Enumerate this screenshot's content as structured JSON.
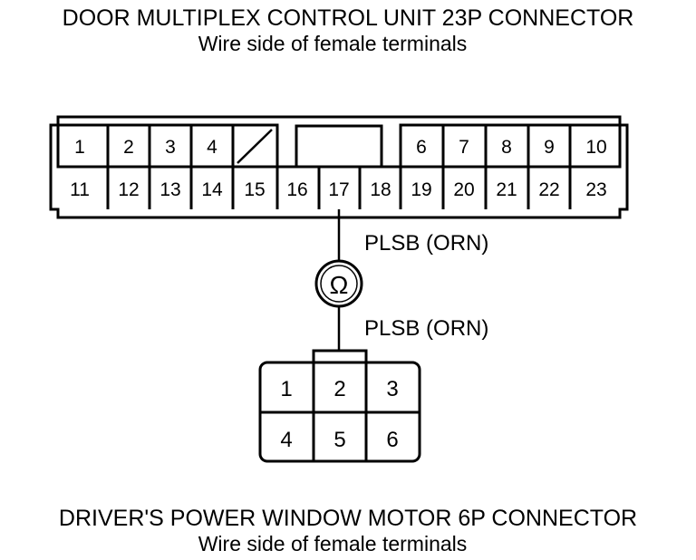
{
  "top_connector": {
    "title": "DOOR MULTIPLEX CONTROL UNIT 23P CONNECTOR",
    "subtitle": "Wire side of female terminals",
    "terminals_row1": [
      "1",
      "2",
      "3",
      "4",
      "",
      "6",
      "7",
      "8",
      "9",
      "10"
    ],
    "terminals_row2": [
      "11",
      "12",
      "13",
      "14",
      "15",
      "16",
      "17",
      "18",
      "19",
      "20",
      "21",
      "22",
      "23"
    ]
  },
  "wire_labels": {
    "upper": "PLSB (ORN)",
    "lower": "PLSB (ORN)"
  },
  "meter": {
    "symbol": "Ω",
    "icon": "ohmmeter-icon"
  },
  "bottom_connector": {
    "title": "DRIVER'S POWER WINDOW MOTOR 6P CONNECTOR",
    "subtitle": "Wire side of female terminals",
    "terminals_row1": [
      "1",
      "2",
      "3"
    ],
    "terminals_row2": [
      "4",
      "5",
      "6"
    ]
  }
}
